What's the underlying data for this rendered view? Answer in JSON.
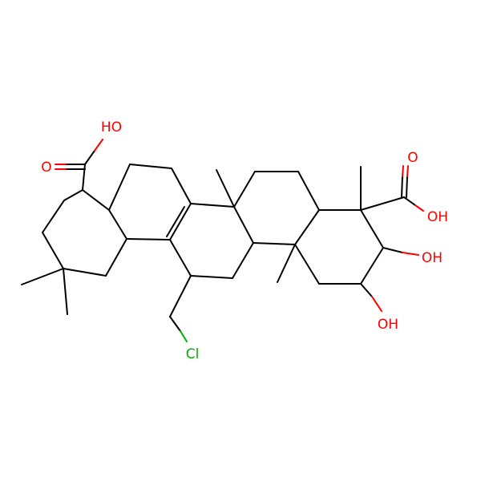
{
  "molecule": {
    "colors": {
      "bond": "#000000",
      "oxygen": "#ff0000",
      "chlorine": "#00b000",
      "background": "#ffffff"
    },
    "labels": {
      "acid_top_oh": "HO",
      "acid_top_o": "O",
      "acid_right_o": "O",
      "acid_right_oh": "OH",
      "hydroxyl_upper": "OH",
      "hydroxyl_lower": "OH",
      "chloro": "Cl"
    }
  }
}
